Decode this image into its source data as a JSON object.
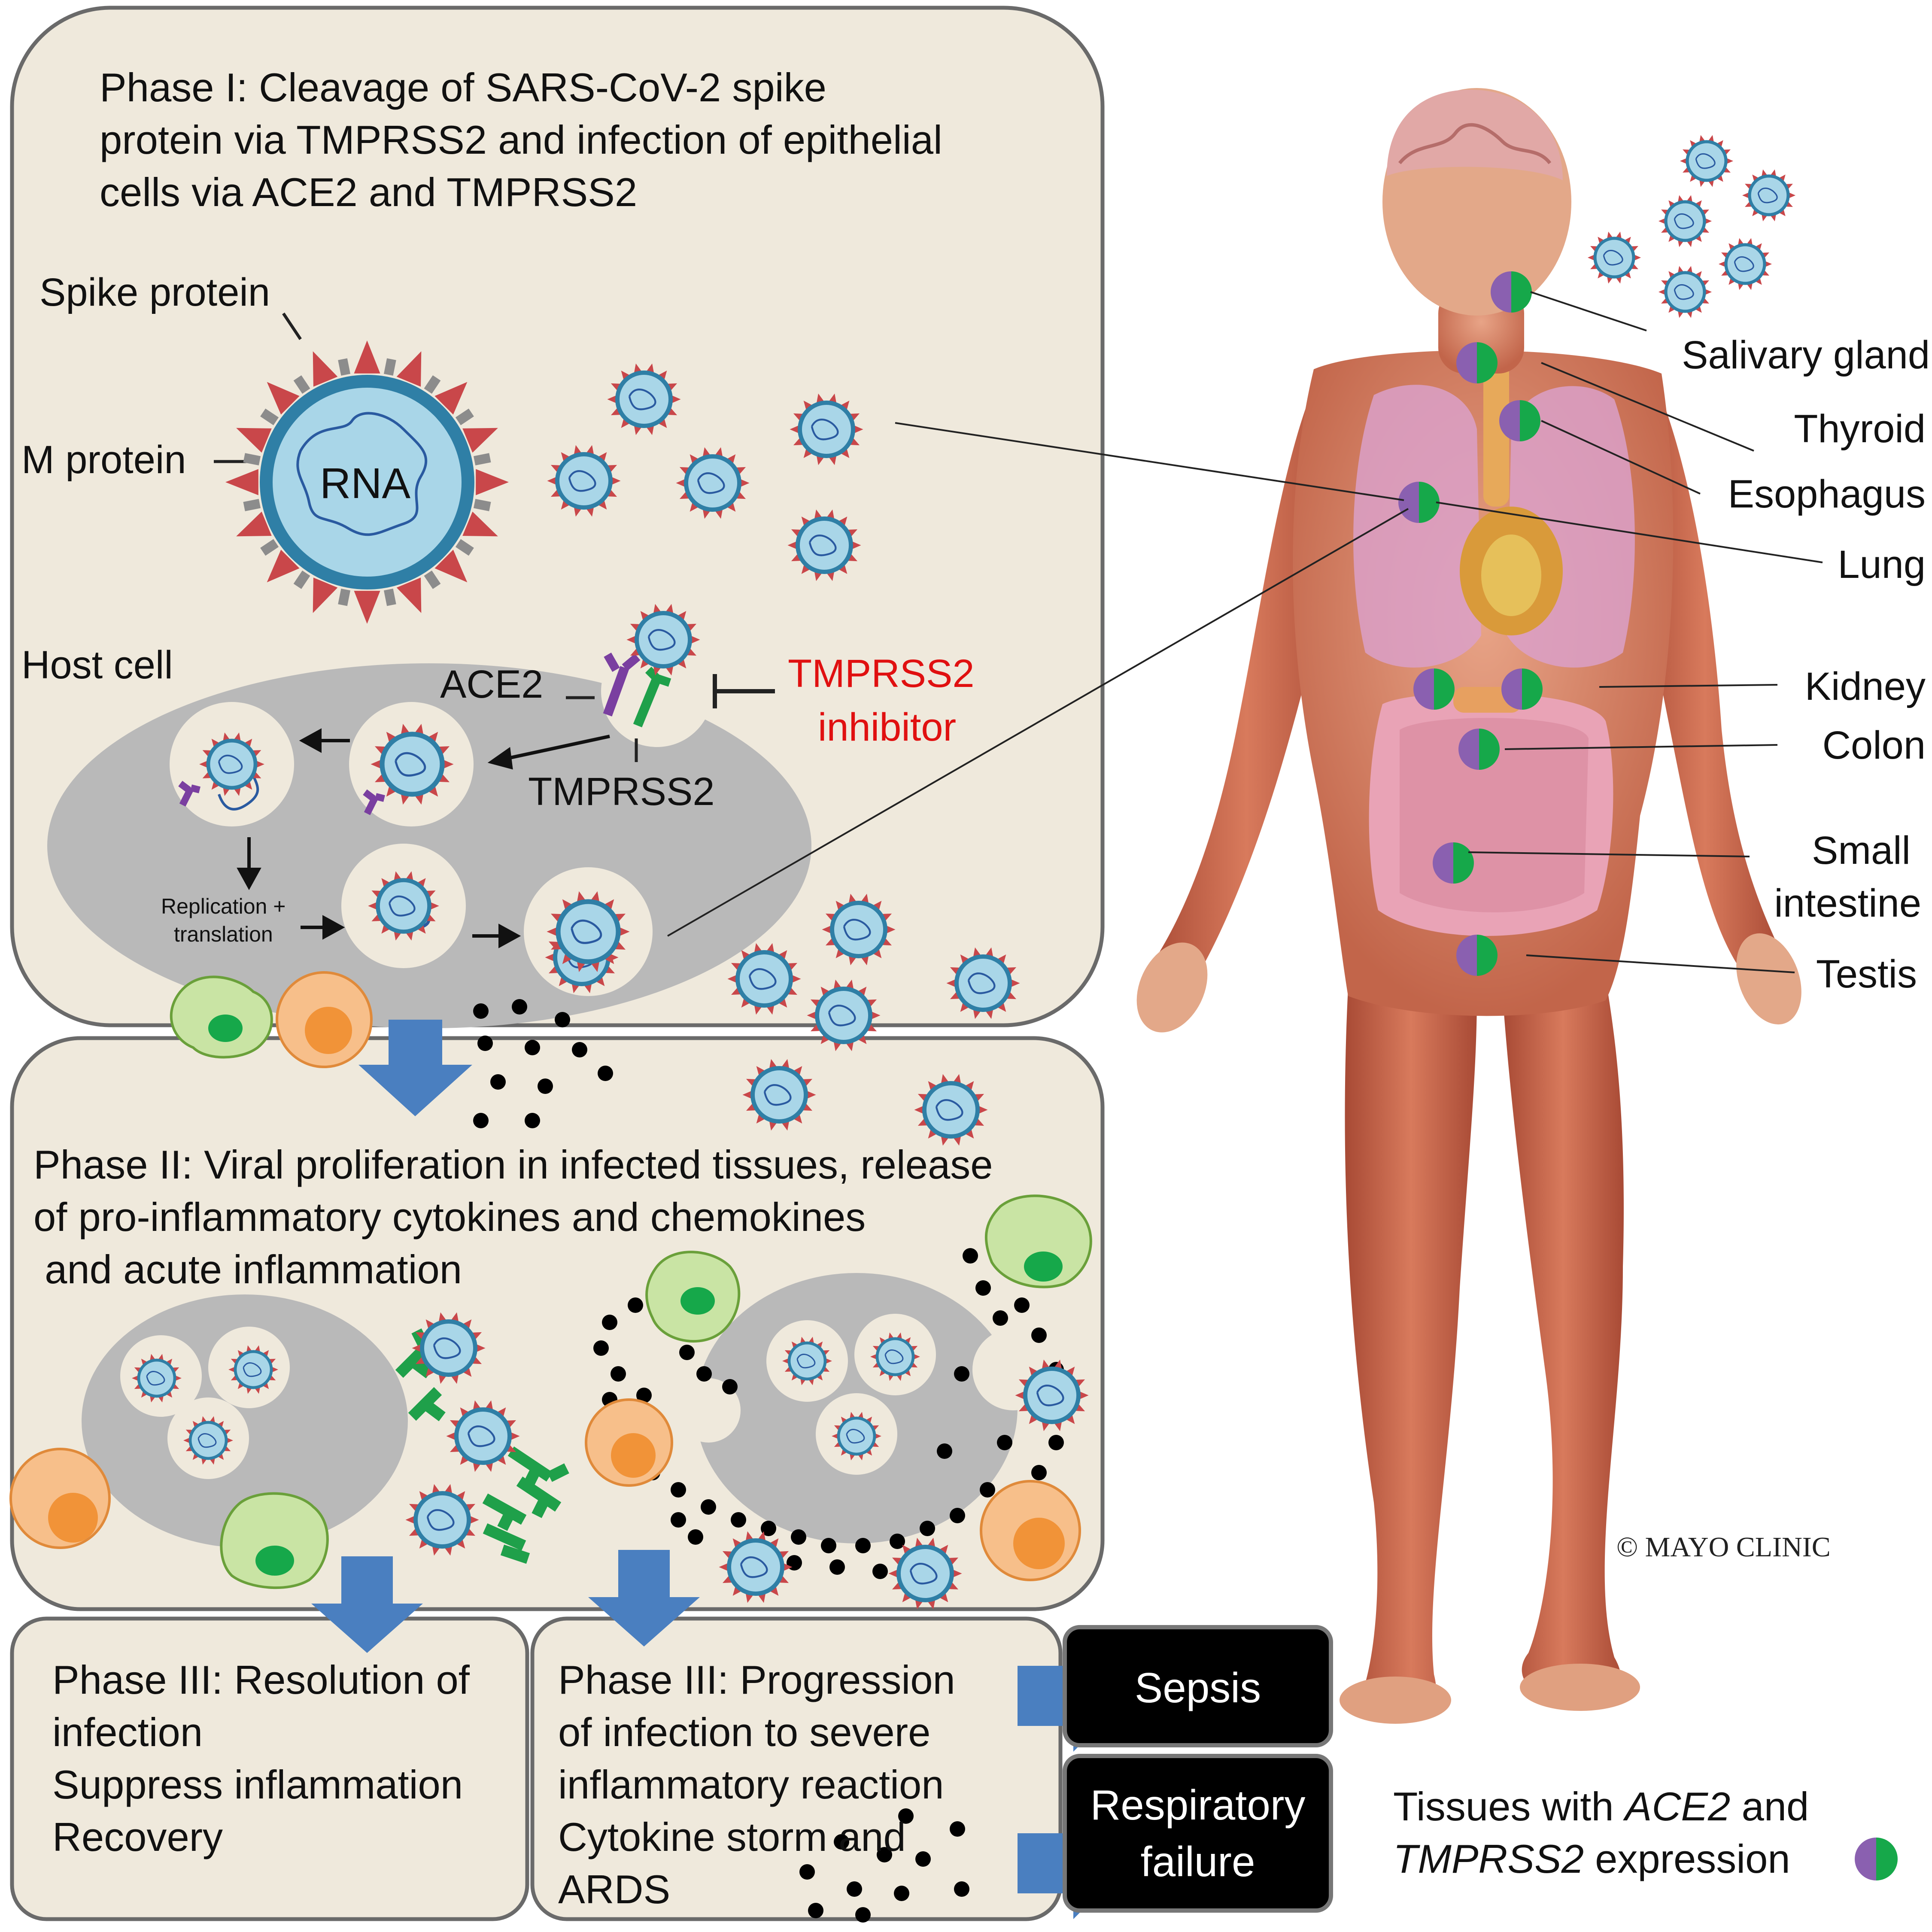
{
  "phase1": {
    "title_lines": [
      "Phase I: Cleavage of SARS-CoV-2 spike",
      "protein via TMPRSS2 and infection of epithelial",
      "cells via ACE2 and TMPRSS2"
    ],
    "spike_label": "Spike protein",
    "m_label": "M protein",
    "rna_label": "RNA",
    "host_label": "Host cell",
    "ace2_label": "ACE2",
    "tmprss2_label": "TMPRSS2",
    "inhibitor_lines": [
      "TMPRSS2",
      "inhibitor"
    ],
    "replication_lines": [
      "Replication +",
      "translation"
    ]
  },
  "phase2": {
    "title_lines": [
      "Phase II: Viral proliferation in infected tissues, release",
      "of pro-inflammatory cytokines and chemokines",
      " and acute inflammation"
    ]
  },
  "phase3_resolution": {
    "lines": [
      "Phase III: Resolution of",
      "infection",
      "Suppress inflammation",
      "Recovery"
    ]
  },
  "phase3_progression": {
    "lines": [
      "Phase III: Progression",
      "of infection to severe",
      "inflammatory reaction",
      "Cytokine storm and",
      "ARDS"
    ]
  },
  "outcomes": {
    "sepsis": "Sepsis",
    "respiratory_lines": [
      "Respiratory",
      "failure"
    ]
  },
  "tissues": [
    "Salivary gland",
    "Thyroid",
    "Esophagus",
    "Lung",
    "Kidney",
    "Colon",
    "Small",
    "intestine",
    "Testis"
  ],
  "legend": {
    "line1_pre": "Tissues with ",
    "line1_gene": "ACE2",
    "line1_post": " and",
    "line2_gene": "TMPRSS2",
    "line2_post": " expression"
  },
  "copyright": "© MAYO CLINIC",
  "colors": {
    "panel": "#efe9dc",
    "virus_body": "#a9d6e8",
    "virus_ring": "#2f7fa6",
    "spike": "#c9474a",
    "ace2": "#7a3fa0",
    "tmprss2": "#1fa04a",
    "arrow": "#4a7fc0",
    "inhibitor_text": "#e01010"
  }
}
